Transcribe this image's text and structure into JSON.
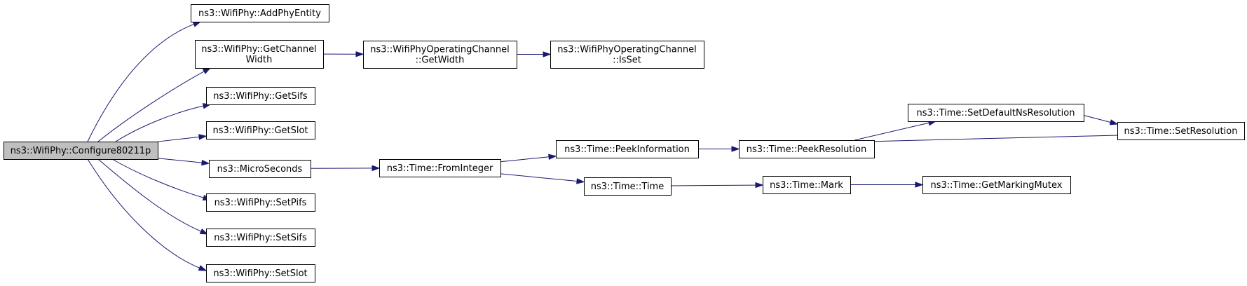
{
  "colors": {
    "edge": "#191970",
    "root_fill": "#bfbfbf",
    "node_fill": "#ffffff",
    "node_border": "#000000"
  },
  "nodes": {
    "configure": {
      "lines": [
        "ns3::WifiPhy::Configure80211p"
      ],
      "root": true
    },
    "addPhyEntity": {
      "lines": [
        "ns3::WifiPhy::AddPhyEntity"
      ]
    },
    "getChannelWidth": {
      "lines": [
        "ns3::WifiPhy::GetChannel",
        "Width"
      ]
    },
    "opChanGetWidth": {
      "lines": [
        "ns3::WifiPhyOperatingChannel",
        "::GetWidth"
      ]
    },
    "opChanIsSet": {
      "lines": [
        "ns3::WifiPhyOperatingChannel",
        "::IsSet"
      ]
    },
    "getSifs": {
      "lines": [
        "ns3::WifiPhy::GetSifs"
      ]
    },
    "getSlot": {
      "lines": [
        "ns3::WifiPhy::GetSlot"
      ]
    },
    "microSeconds": {
      "lines": [
        "ns3::MicroSeconds"
      ]
    },
    "setPifs": {
      "lines": [
        "ns3::WifiPhy::SetPifs"
      ]
    },
    "setSifs": {
      "lines": [
        "ns3::WifiPhy::SetSifs"
      ]
    },
    "setSlot": {
      "lines": [
        "ns3::WifiPhy::SetSlot"
      ]
    },
    "fromInteger": {
      "lines": [
        "ns3::Time::FromInteger"
      ]
    },
    "peekInformation": {
      "lines": [
        "ns3::Time::PeekInformation"
      ]
    },
    "timeTime": {
      "lines": [
        "ns3::Time::Time"
      ]
    },
    "peekResolution": {
      "lines": [
        "ns3::Time::PeekResolution"
      ]
    },
    "setDefaultNsResolution": {
      "lines": [
        "ns3::Time::SetDefaultNsResolution"
      ]
    },
    "setResolution": {
      "lines": [
        "ns3::Time::SetResolution"
      ]
    },
    "mark": {
      "lines": [
        "ns3::Time::Mark"
      ]
    },
    "getMarkingMutex": {
      "lines": [
        "ns3::Time::GetMarkingMutex"
      ]
    }
  },
  "edges": [
    [
      "configure",
      "addPhyEntity"
    ],
    [
      "configure",
      "getChannelWidth"
    ],
    [
      "configure",
      "getSifs"
    ],
    [
      "configure",
      "getSlot"
    ],
    [
      "configure",
      "microSeconds"
    ],
    [
      "configure",
      "setPifs"
    ],
    [
      "configure",
      "setSifs"
    ],
    [
      "configure",
      "setSlot"
    ],
    [
      "getChannelWidth",
      "opChanGetWidth"
    ],
    [
      "opChanGetWidth",
      "opChanIsSet"
    ],
    [
      "microSeconds",
      "fromInteger"
    ],
    [
      "fromInteger",
      "peekInformation"
    ],
    [
      "fromInteger",
      "timeTime"
    ],
    [
      "peekInformation",
      "peekResolution"
    ],
    [
      "peekResolution",
      "setDefaultNsResolution"
    ],
    [
      "setDefaultNsResolution",
      "setResolution"
    ],
    [
      "setResolution",
      "peekResolution"
    ],
    [
      "timeTime",
      "mark"
    ],
    [
      "mark",
      "getMarkingMutex"
    ]
  ]
}
